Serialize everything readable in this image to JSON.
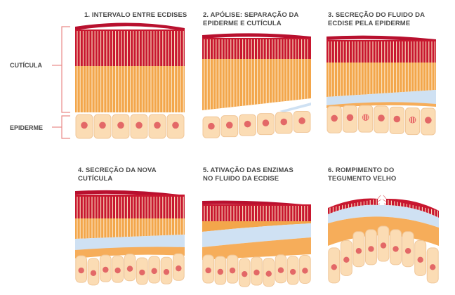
{
  "labels": {
    "cuticle": "CUTÍCULA",
    "epidermis": "EPIDERME"
  },
  "panels": [
    {
      "id": "p1",
      "title_lines": [
        "1. INTERVALO ENTRE ECDISES"
      ]
    },
    {
      "id": "p2",
      "title_lines": [
        "2. APÓLISE: SEPARAÇÃO DA",
        "EPIDERME E CUTÍCULA"
      ]
    },
    {
      "id": "p3",
      "title_lines": [
        "3. SECREÇÃO DO FLUIDO DA",
        "ECDISE PELA EPIDERME"
      ]
    },
    {
      "id": "p4",
      "title_lines": [
        "4. SECREÇÃO DA NOVA",
        "CUTÍCULA"
      ]
    },
    {
      "id": "p5",
      "title_lines": [
        "5. ATIVAÇÃO DAS ENZIMAS",
        "NO FLUIDO DA ECDISE"
      ]
    },
    {
      "id": "p6",
      "title_lines": [
        "6. ROMPIMENTO DO",
        "TEGUMENTO VELHO"
      ]
    }
  ],
  "colors": {
    "epicuticle": "#b8102e",
    "exocuticle": "#c8172f",
    "endocuticle": "#f3a64b",
    "pore_canal": "#fbe7c8",
    "cell_fill": "#fbdcb4",
    "cell_edge": "#f0c79a",
    "nucleus": "#e36867",
    "fluid": "#cfe1f3",
    "new_cuticle": "#f6ad5a",
    "text": "#4a4a4a",
    "bracket": "#ea8a88",
    "background": "#ffffff"
  }
}
